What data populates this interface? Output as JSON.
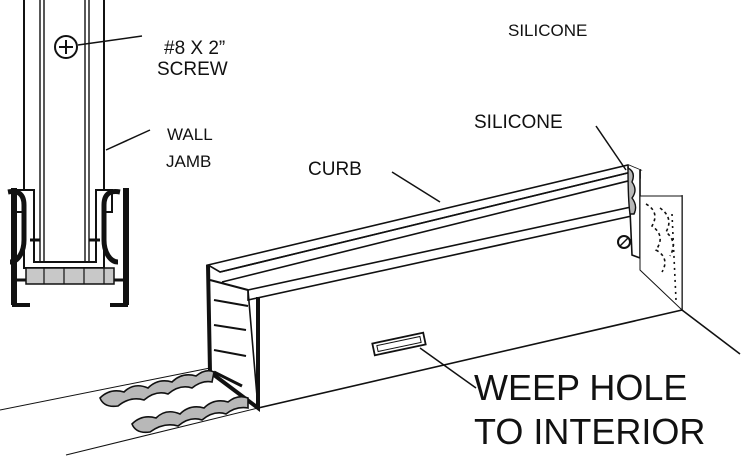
{
  "labels": {
    "screw": [
      "#8 X 2”",
      "SCREW"
    ],
    "wall_jamb": [
      "WALL",
      "JAMB"
    ],
    "silicone_top": "SILICONE",
    "silicone_curb": "SILICONE",
    "curb": "CURB",
    "weep_hole": [
      "WEEP HOLE",
      "TO INTERIOR"
    ]
  },
  "colors": {
    "line": "#111111",
    "silicone_fill": "#b8b8b8",
    "gasket_fill": "#c8c8c8",
    "background": "#ffffff"
  },
  "icons": {
    "screw_head": "plus-in-circle"
  }
}
